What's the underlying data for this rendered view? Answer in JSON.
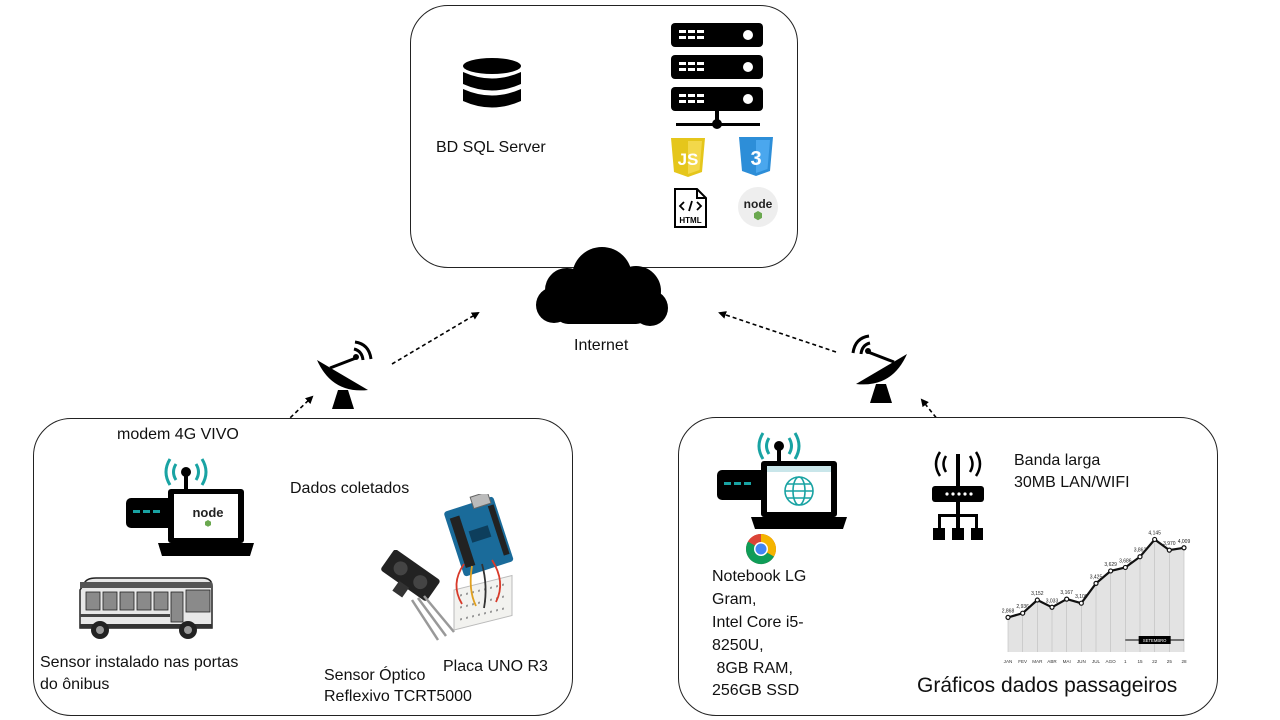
{
  "server_panel": {
    "db_label": "BD SQL Server",
    "tech_icons": [
      "js-icon",
      "css3-icon",
      "html-file-icon",
      "nodejs-icon"
    ],
    "node_badge_text": "node",
    "html_badge_text": "HTML"
  },
  "network": {
    "internet_label": "Internet"
  },
  "left_panel": {
    "modem_label": "modem 4G VIVO",
    "data_label": "Dados coletados",
    "bus_label_line1": "Sensor instalado nas portas",
    "bus_label_line2": "do ônibus",
    "sensor_label_line1": "Sensor Óptico",
    "sensor_label_line2": "Reflexivo TCRT5000",
    "board_label": "Placa UNO R3",
    "laptop_badge_text": "node"
  },
  "right_panel": {
    "broadband_line1": "Banda larga",
    "broadband_line2": "30MB LAN/WIFI",
    "notebook_lines": [
      "Notebook LG",
      "Gram,",
      "Intel Core i5-",
      "8250U,",
      " 8GB RAM,",
      "256GB SSD"
    ],
    "charts_label": "Gráficos dados passageiros"
  },
  "chart_data": {
    "type": "area",
    "categories": [
      "JAN",
      "FEV",
      "MAR",
      "ABR",
      "MAI",
      "JUN",
      "JUL",
      "AGO",
      "1",
      "15",
      "22",
      "25",
      "28"
    ],
    "values": [
      2868,
      2936,
      3152,
      3033,
      3167,
      3100,
      3425,
      3629,
      3686,
      3862,
      4145,
      3970,
      4009
    ],
    "value_labels": [
      "2,868",
      "2,936",
      "3,152",
      "3,033",
      "3,167",
      "3,100",
      "3,425",
      "3,629",
      "3,686",
      "3,862",
      "4,145",
      "3,970",
      "4,009"
    ],
    "annotation": "SETEMBRO",
    "ylim": [
      2300,
      4300
    ],
    "color": "#111111",
    "fill": "#d9d9d9"
  }
}
